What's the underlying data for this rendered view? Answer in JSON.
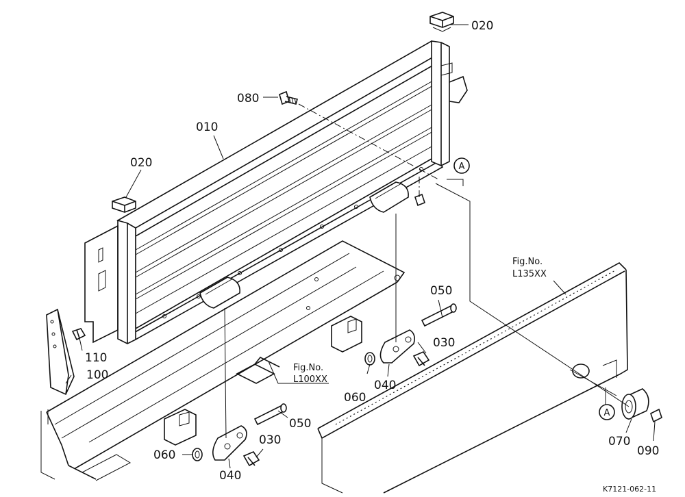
{
  "diagram": {
    "callouts": {
      "p010": "010",
      "p020_top": "020",
      "p020_left": "020",
      "p030_right": "030",
      "p030_bottom": "030",
      "p040_right": "040",
      "p040_bottom": "040",
      "p050_right": "050",
      "p050_bottom": "050",
      "p060_right": "060",
      "p060_bottom": "060",
      "p070": "070",
      "p080": "080",
      "p090": "090",
      "p100": "100",
      "p110": "110"
    },
    "reference_marker": {
      "top": "A",
      "bottom": "A"
    },
    "figure_refs": {
      "right_label": "Fig.No.",
      "right_code": "L135XX",
      "center_label": "Fig.No.",
      "center_code": "L100XX"
    },
    "drawing_code": "K7121-062-11"
  }
}
